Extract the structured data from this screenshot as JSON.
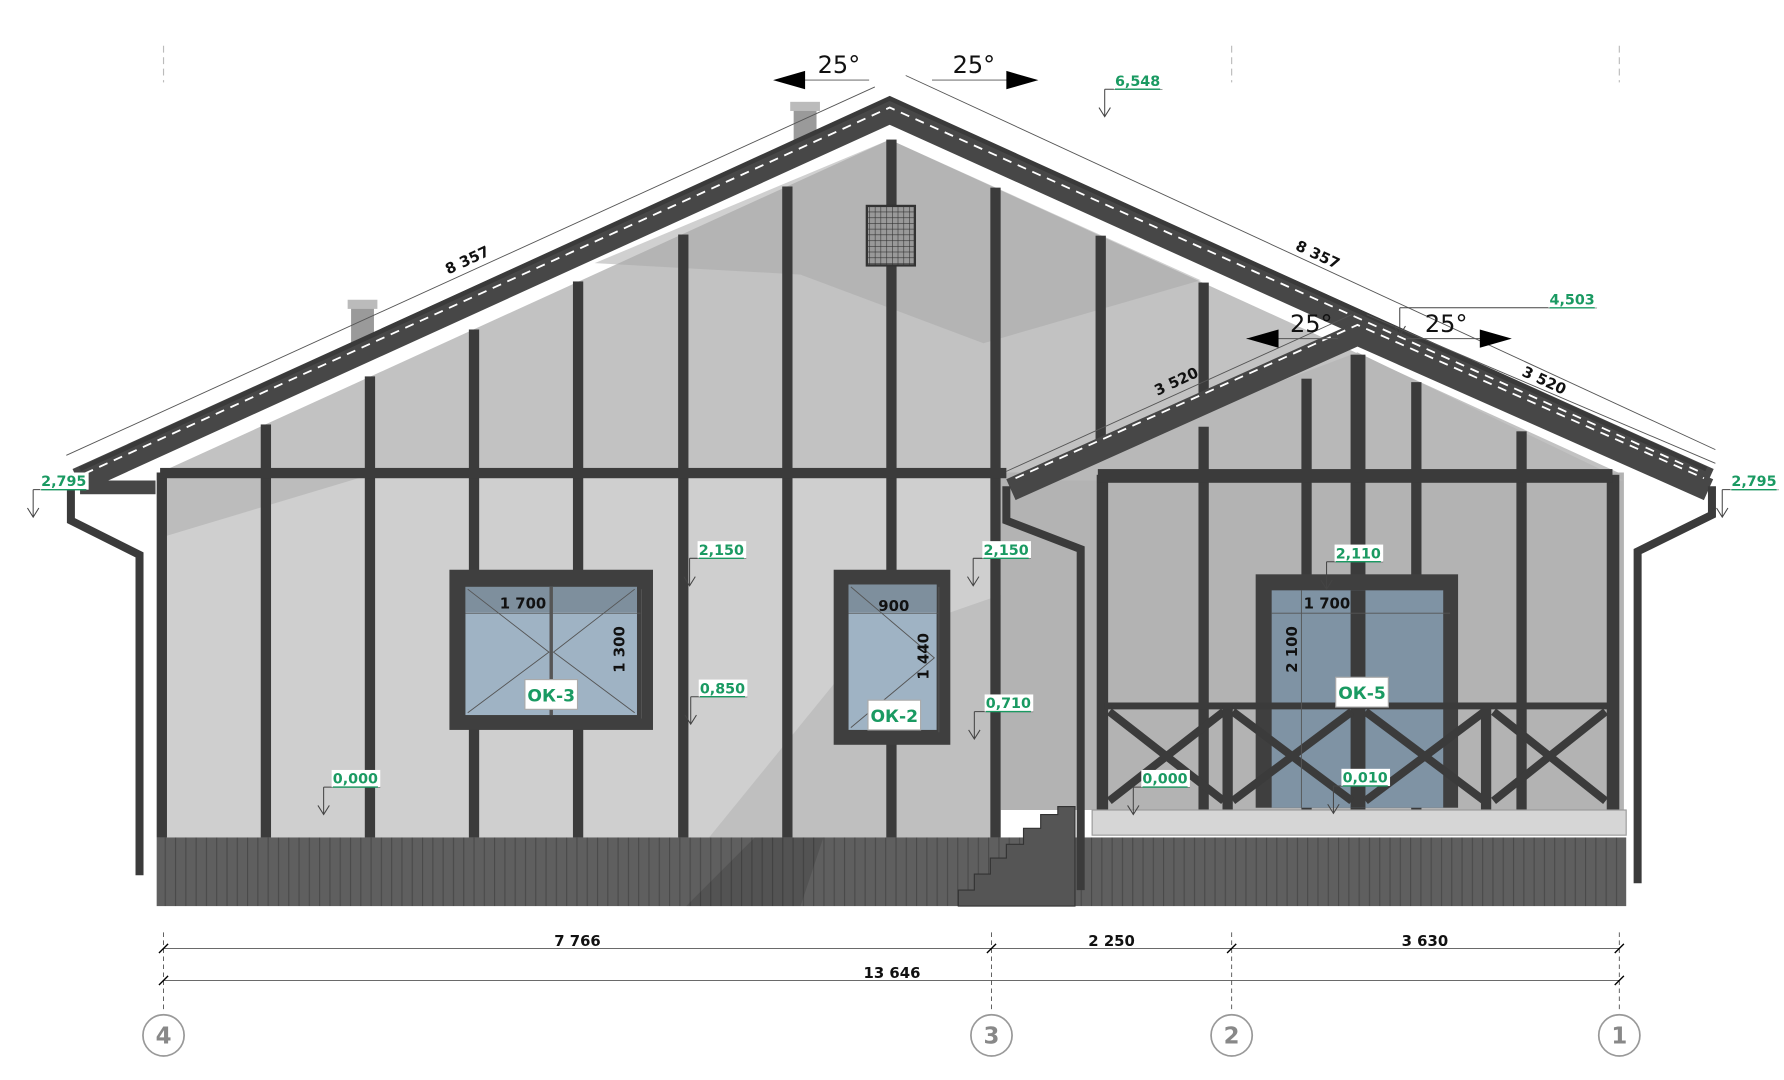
{
  "drawing": {
    "roof_angles": [
      "25°",
      "25°",
      "25°",
      "25°"
    ],
    "roof_lengths": [
      "8 357",
      "8 357",
      "3 520",
      "3 520"
    ],
    "levels": {
      "ridge_main": "6,548",
      "ridge_porch": "4,503",
      "eave_left": "2,795",
      "eave_right": "2,795",
      "ok3_top": "2,150",
      "ok2_top": "2,150",
      "ok5_top": "2,110",
      "ok3_bottom": "0,850",
      "ok2_bottom": "0,710",
      "floor_main": "0,000",
      "floor_porch": "0,000",
      "ok5_bottom": "0,010"
    },
    "windows": [
      {
        "tag": "ОК-3",
        "width": "1 700",
        "height": "1 300"
      },
      {
        "tag": "ОК-2",
        "width": "900",
        "height": "1 440"
      },
      {
        "tag": "ОК-5",
        "width": "1 700",
        "height": "2 100"
      }
    ],
    "dimensions": {
      "segments": [
        "7 766",
        "2 250",
        "3 630"
      ],
      "total": "13 646"
    },
    "axes": [
      "4",
      "3",
      "2",
      "1"
    ],
    "colors": {
      "frame": "#3b3b3b",
      "wall": "#cfcfcf",
      "glass": "#8fa3b4",
      "level": "#1a9a62"
    }
  }
}
